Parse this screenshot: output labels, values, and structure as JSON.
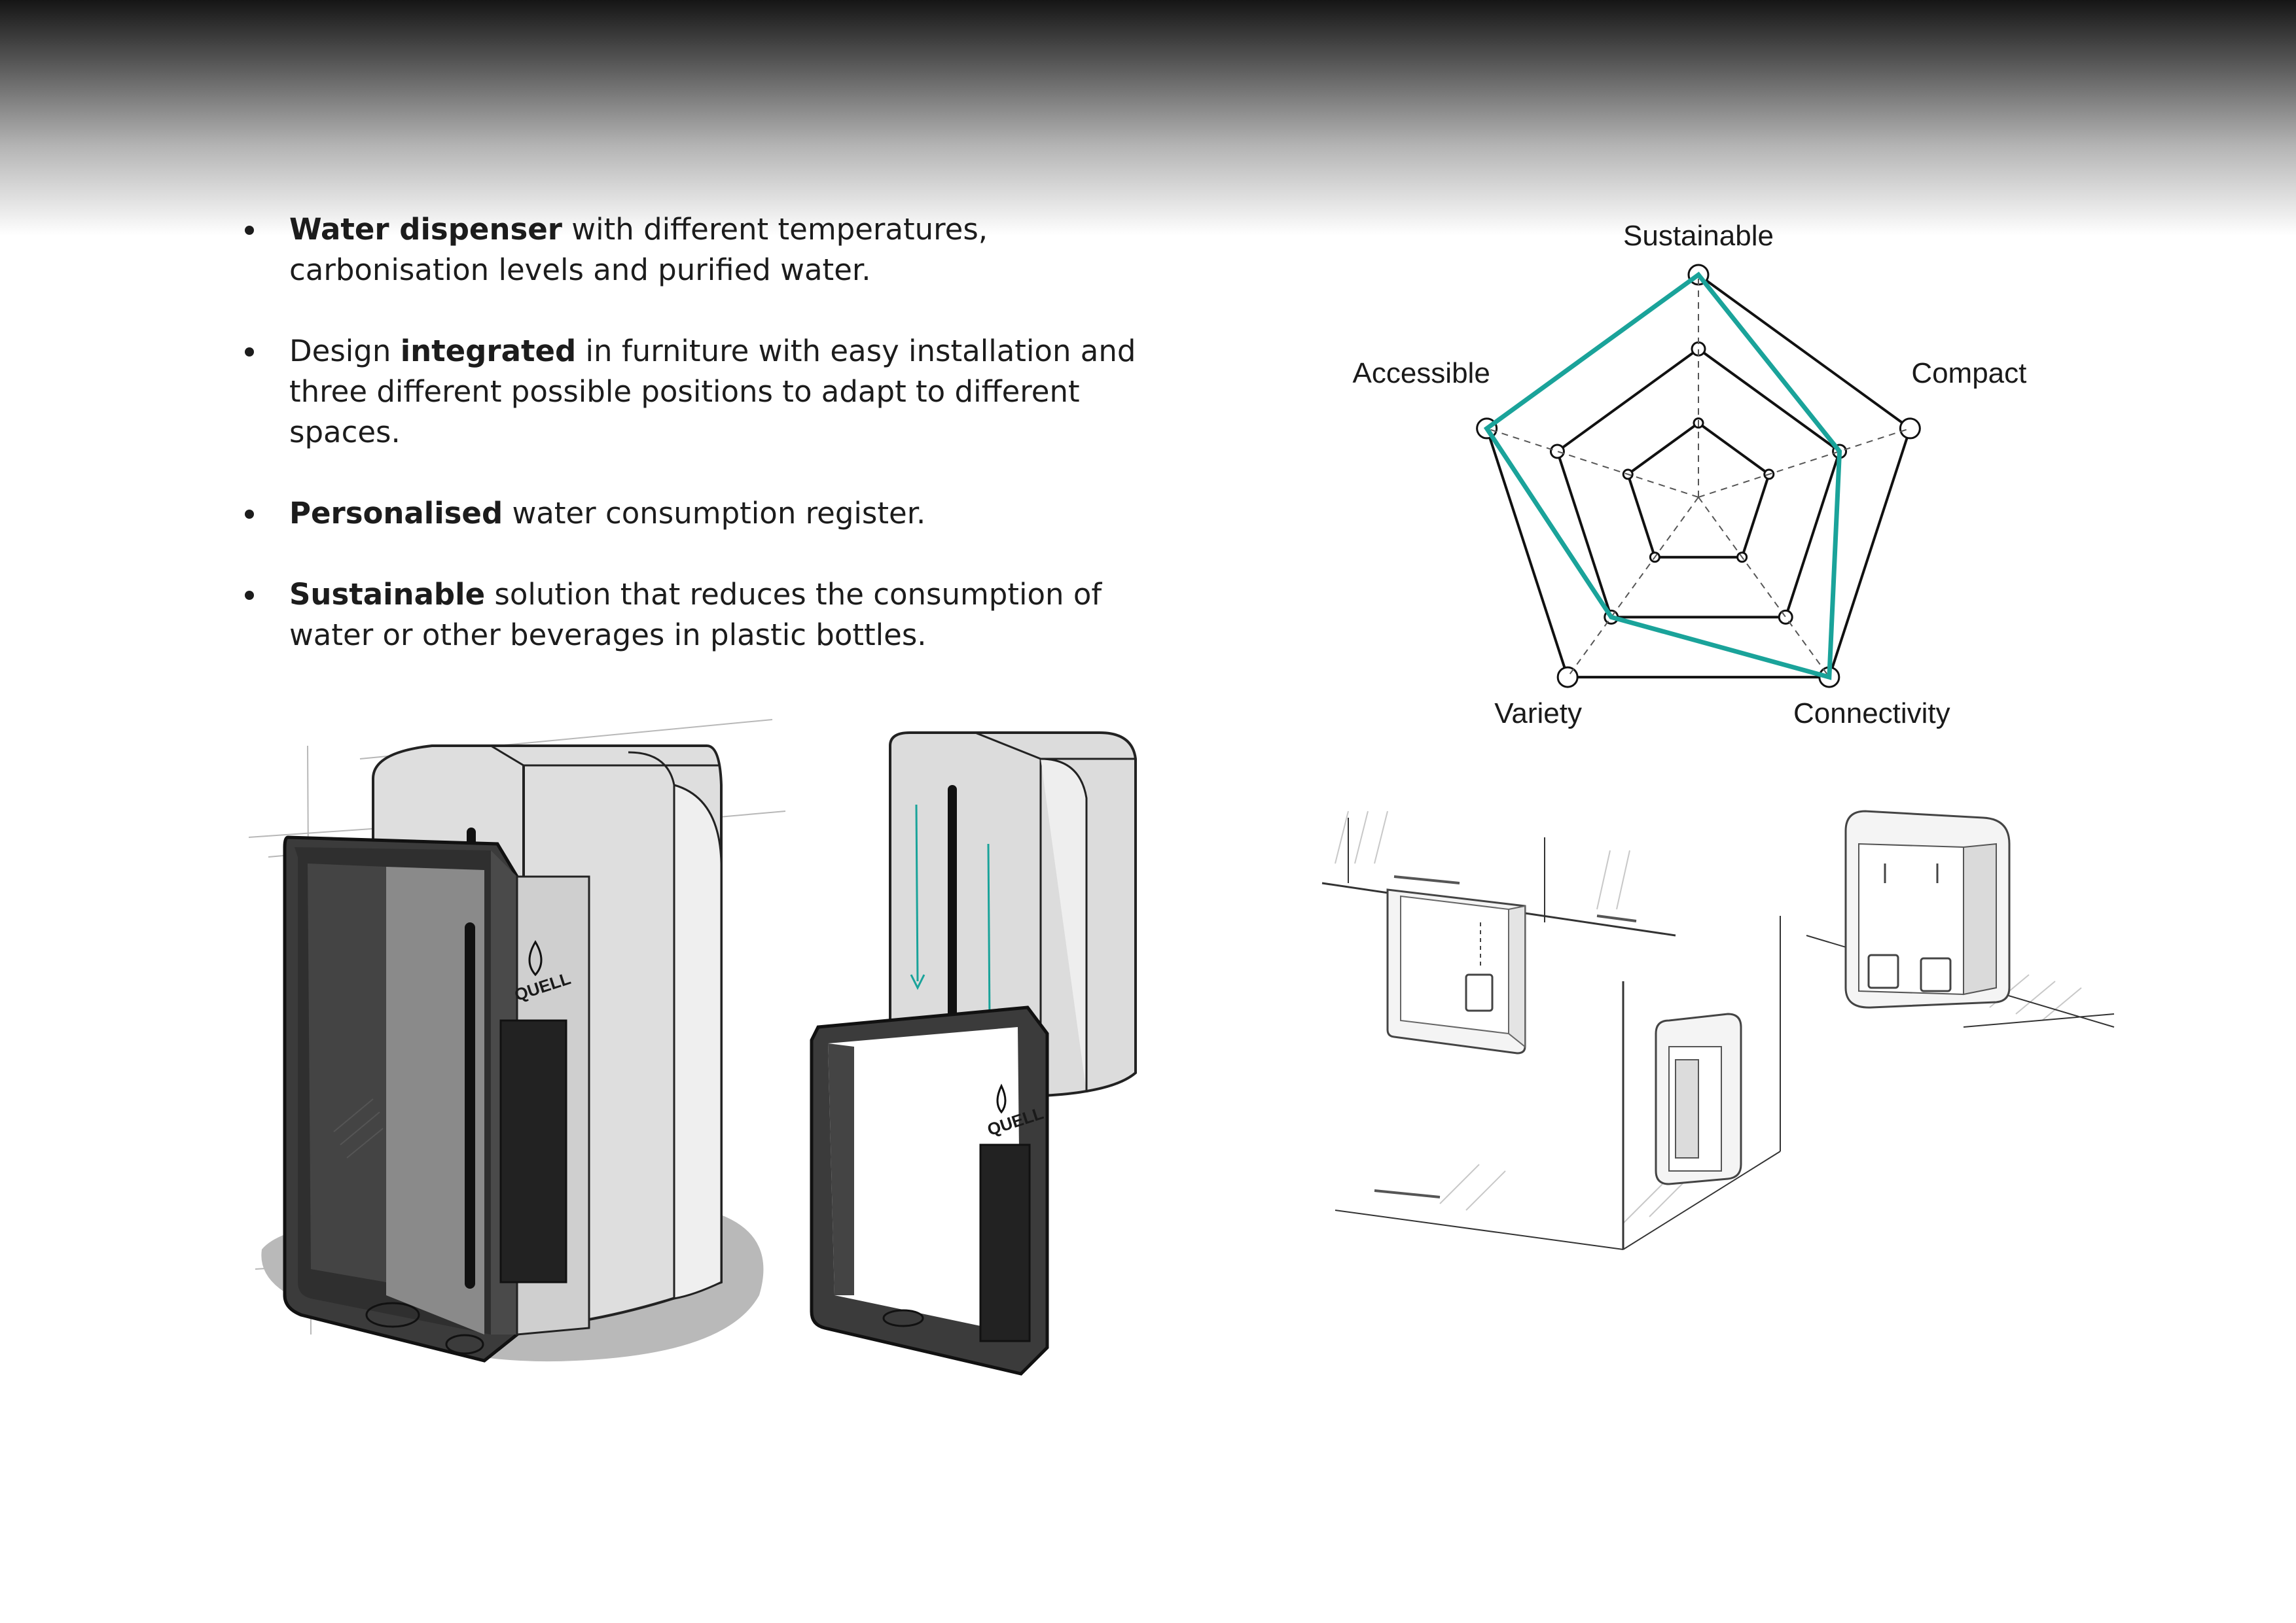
{
  "bullets": [
    {
      "bold": "Water dispenser",
      "rest": " with different temperatures, carbonisation levels and purified water.",
      "lead": ""
    },
    {
      "lead": "Design ",
      "bold": "integrated",
      "rest": " in furniture with easy installation and three different possible positions to adapt to different spaces."
    },
    {
      "lead": "",
      "bold": "Personalised",
      "rest": " water consumption register."
    },
    {
      "lead": "",
      "bold": "Sustainable",
      "rest": " solution that reduces the consumption of water or other beverages in plastic bottles."
    }
  ],
  "brand_label": "QUELL",
  "chart_data": {
    "type": "radar",
    "axes": [
      "Sustainable",
      "Compact",
      "Connectivity",
      "Variety",
      "Accessible"
    ],
    "levels": 3,
    "range": [
      0,
      3
    ],
    "series": [
      {
        "values": [
          3,
          2,
          3,
          2,
          3
        ]
      }
    ],
    "colors": {
      "series": "#1aa39a",
      "grid": "#111111"
    }
  },
  "icons": {
    "dispenser-front": "dispenser-with-frame-illustration",
    "dispenser-assembly": "dispenser-frame-insertion-illustration",
    "install-positions": "three-installation-positions-illustration"
  }
}
